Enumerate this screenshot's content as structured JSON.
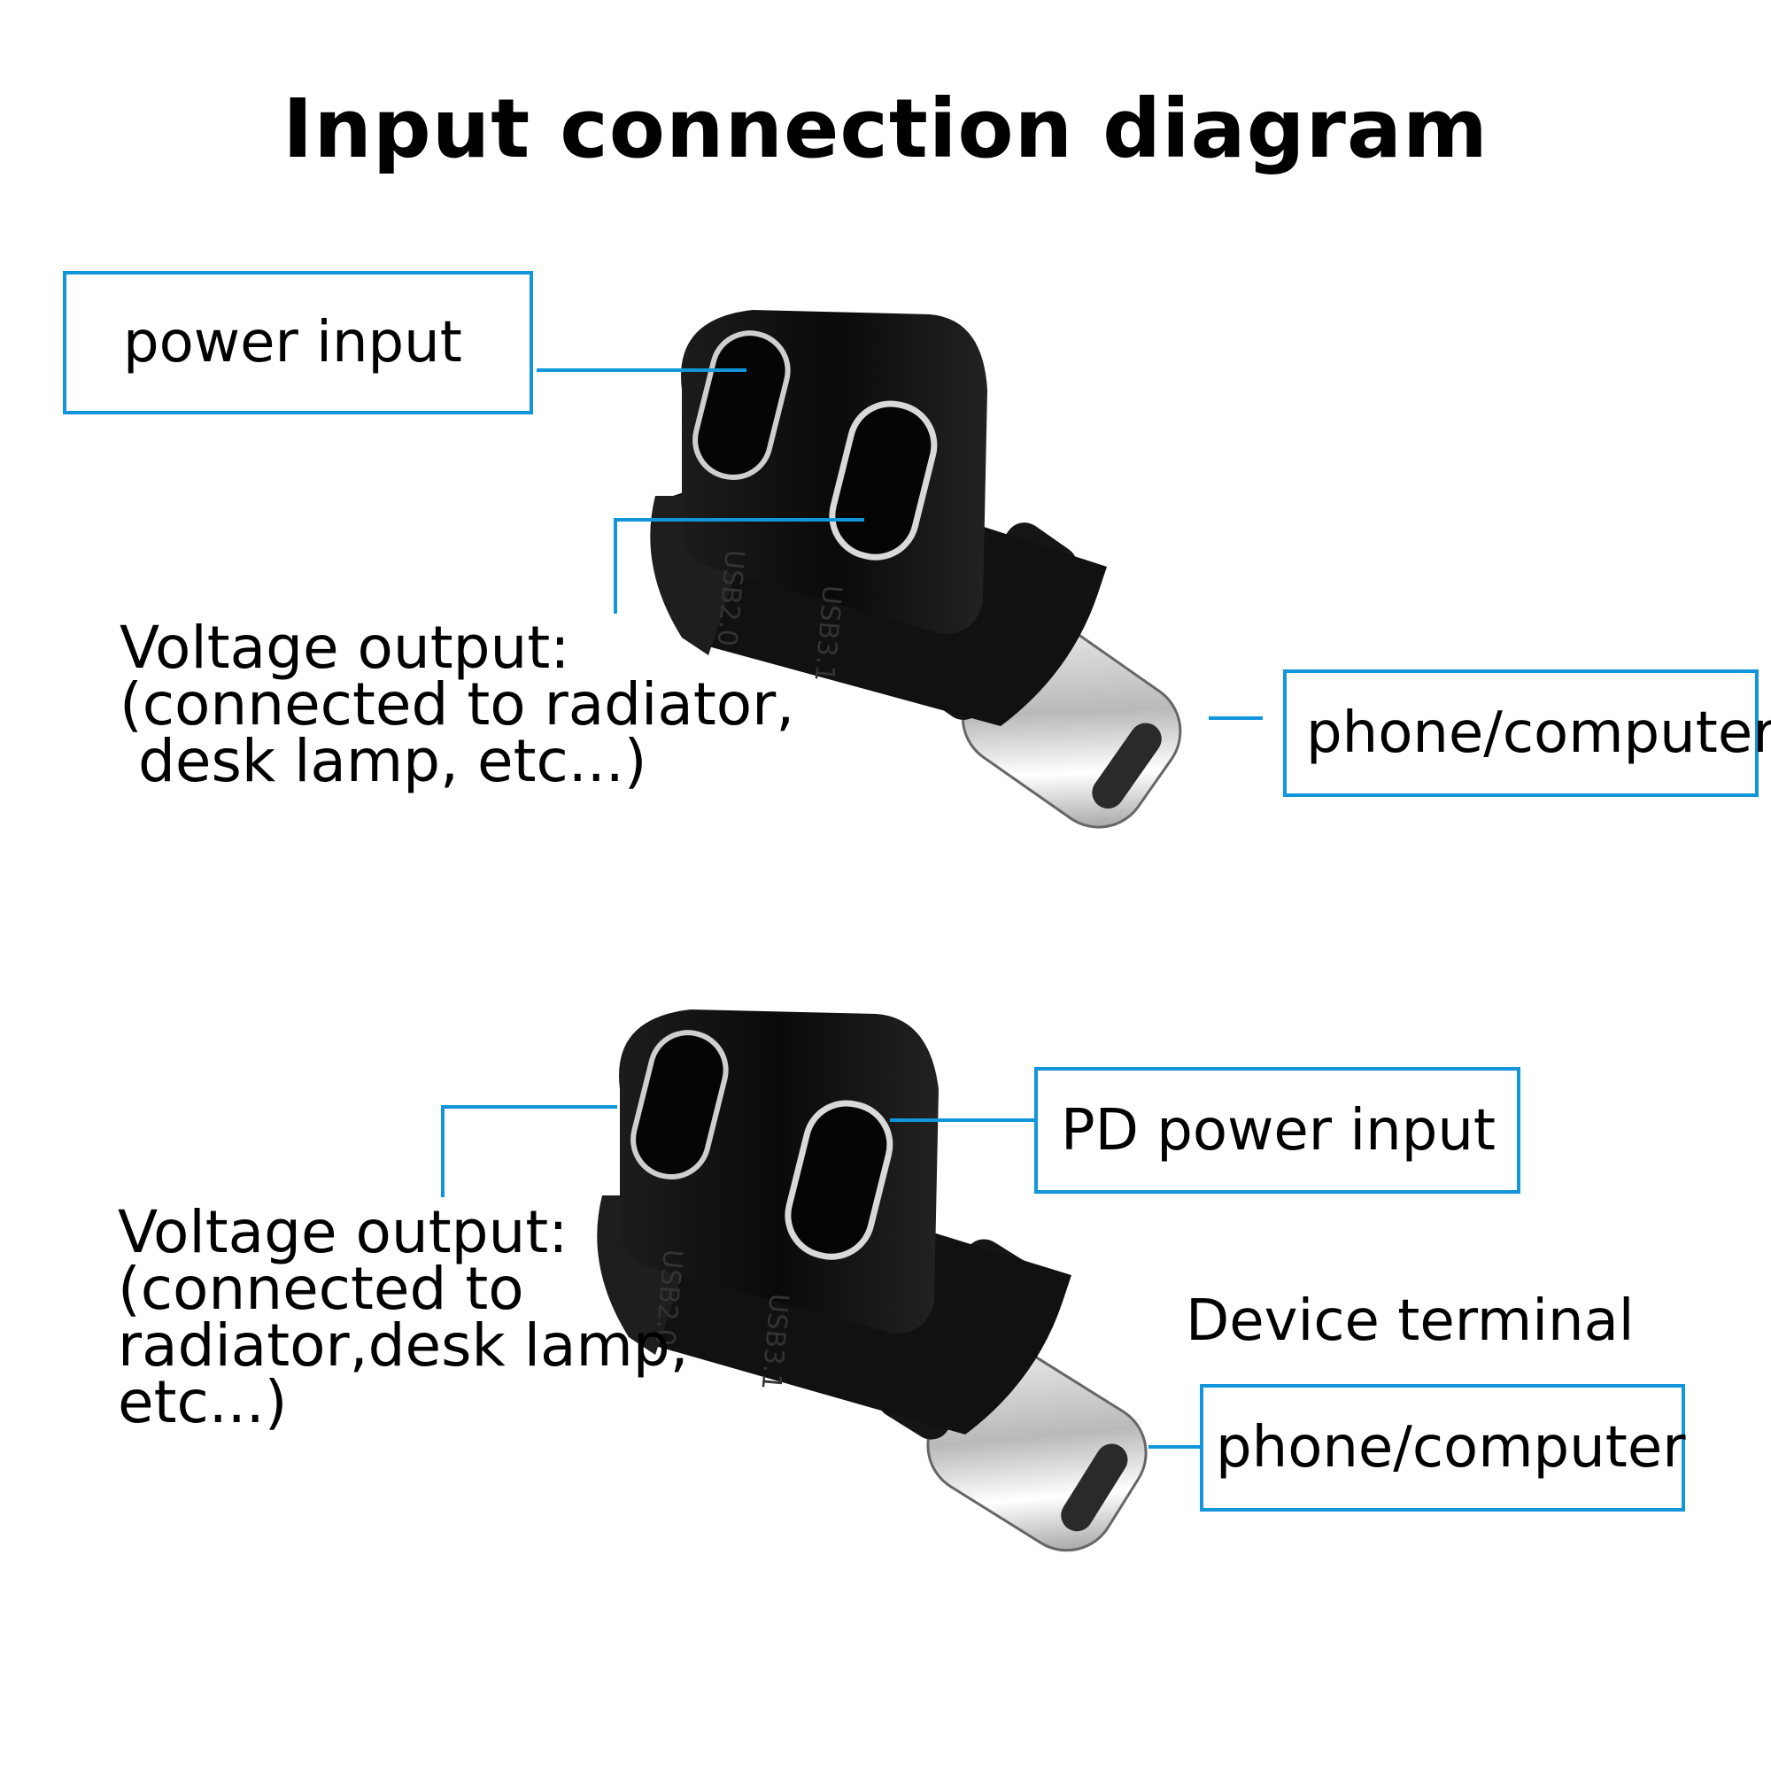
{
  "title": "Input connection diagram",
  "top": {
    "power_input": "power input",
    "voltage_output": "Voltage output:\n(connected to radiator,\n desk lamp, etc...)",
    "device": "phone/computer",
    "port_labels": [
      "USB2.0",
      "USB3.1"
    ]
  },
  "bottom": {
    "pd_power_input": "PD power input",
    "voltage_output": "Voltage output:\n(connected to\nradiator,desk lamp,\netc...)",
    "device_terminal": "Device terminal",
    "device": "phone/computer",
    "port_labels": [
      "USB2.0",
      "USB3.1"
    ]
  },
  "colors": {
    "accent": "#1296db",
    "adapter_body": "#0d0d0d",
    "plug_metal": "#d9d9d9"
  }
}
